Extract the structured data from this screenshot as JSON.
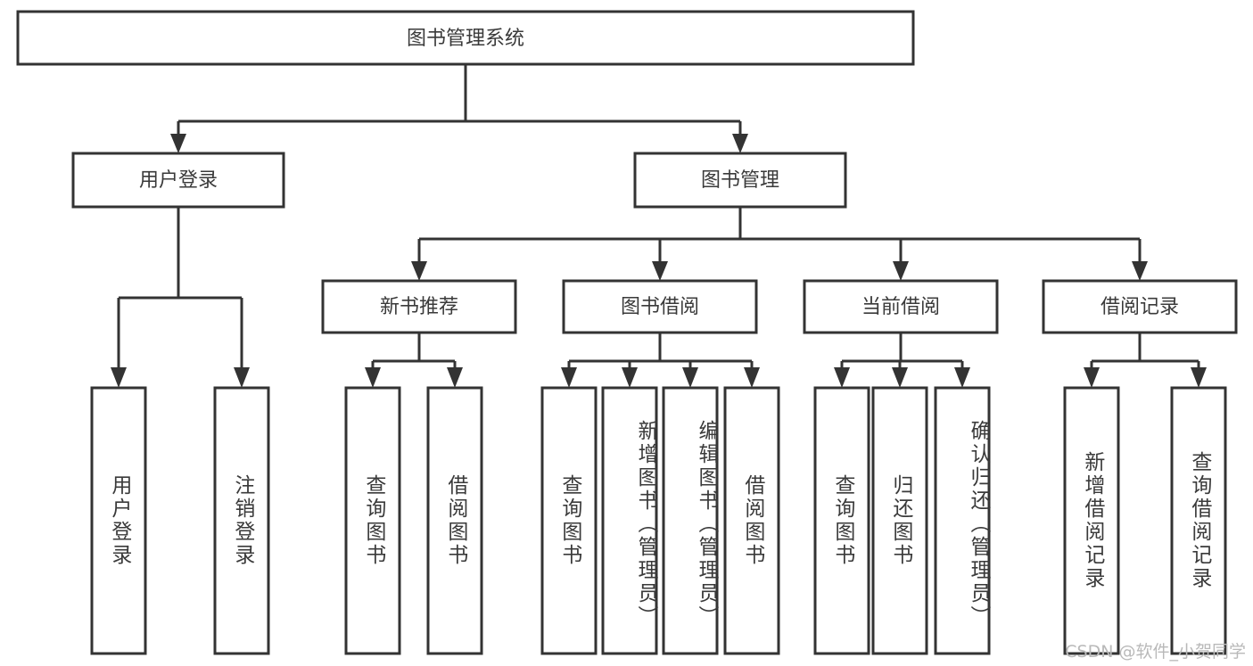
{
  "diagram": {
    "type": "tree-hierarchy",
    "title": "图书管理系统",
    "root": {
      "id": "root",
      "label": "图书管理系统"
    },
    "level1": [
      {
        "id": "user-login",
        "label": "用户登录"
      },
      {
        "id": "book-manage",
        "label": "图书管理"
      }
    ],
    "level2": [
      {
        "id": "new-book-rec",
        "label": "新书推荐",
        "parent": "book-manage"
      },
      {
        "id": "book-borrow",
        "label": "图书借阅",
        "parent": "book-manage"
      },
      {
        "id": "current-borrow",
        "label": "当前借阅",
        "parent": "book-manage"
      },
      {
        "id": "borrow-record",
        "label": "借阅记录",
        "parent": "book-manage"
      }
    ],
    "leaves": [
      {
        "id": "leaf-user-login",
        "label": "用户登录",
        "parent": "user-login",
        "align": "center"
      },
      {
        "id": "leaf-logout",
        "label": "注销登录",
        "parent": "user-login",
        "align": "center"
      },
      {
        "id": "leaf-query-book-1",
        "label": "查询图书",
        "parent": "new-book-rec",
        "align": "center"
      },
      {
        "id": "leaf-borrow-book-1",
        "label": "借阅图书",
        "parent": "new-book-rec",
        "align": "center"
      },
      {
        "id": "leaf-query-book-2",
        "label": "查询图书",
        "parent": "book-borrow",
        "align": "center"
      },
      {
        "id": "leaf-add-book",
        "label": "新增图书（管理员）",
        "parent": "book-borrow",
        "align": "top"
      },
      {
        "id": "leaf-edit-book",
        "label": "编辑图书（管理员）",
        "parent": "book-borrow",
        "align": "top"
      },
      {
        "id": "leaf-borrow-book-2",
        "label": "借阅图书",
        "parent": "book-borrow",
        "align": "center"
      },
      {
        "id": "leaf-query-book-3",
        "label": "查询图书",
        "parent": "current-borrow",
        "align": "center"
      },
      {
        "id": "leaf-return-book",
        "label": "归还图书",
        "parent": "current-borrow",
        "align": "center"
      },
      {
        "id": "leaf-confirm-return",
        "label": "确认归还（管理员）",
        "parent": "current-borrow",
        "align": "top"
      },
      {
        "id": "leaf-add-record",
        "label": "新增借阅记录",
        "parent": "borrow-record",
        "align": "center"
      },
      {
        "id": "leaf-query-record",
        "label": "查询借阅记录",
        "parent": "borrow-record",
        "align": "center"
      }
    ]
  },
  "watermark": {
    "text": "CSDN @软件_小贺同学"
  },
  "colors": {
    "background": "#ffffff",
    "box_fill": "#ffffff",
    "box_stroke": "#333333",
    "text": "#3a3a3a",
    "watermark": "#b9b9b9"
  }
}
